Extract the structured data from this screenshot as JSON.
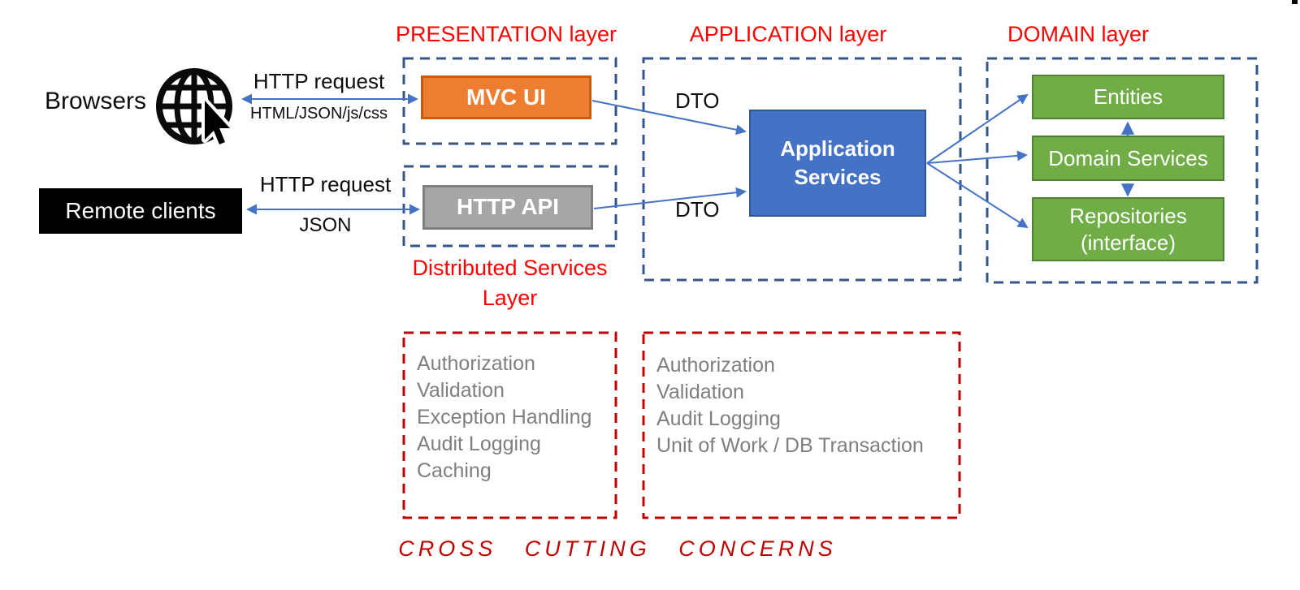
{
  "diagram": {
    "layers": {
      "presentation": {
        "title": "PRESENTATION layer"
      },
      "application": {
        "title": "APPLICATION layer"
      },
      "domain": {
        "title": "DOMAIN layer"
      },
      "distributed": {
        "title": "Distributed Services\nLayer"
      }
    },
    "nodes": {
      "browsers": {
        "label": "Browsers"
      },
      "remote_clients": {
        "label": "Remote clients"
      },
      "mvc_ui": {
        "label": "MVC UI"
      },
      "http_api": {
        "label": "HTTP API"
      },
      "application_services": {
        "label": "Application\nServices"
      },
      "entities": {
        "label": "Entities"
      },
      "domain_services": {
        "label": "Domain Services"
      },
      "repositories": {
        "label": "Repositories\n(interface)"
      }
    },
    "edge_labels": {
      "browsers_request": "HTTP request",
      "browsers_payload": "HTML/JSON/js/css",
      "remote_request": "HTTP request",
      "remote_payload": "JSON",
      "dto_top": "DTO",
      "dto_bottom": "DTO"
    },
    "cross_cutting": {
      "distributed_services_concerns": [
        "Authorization",
        "Validation",
        "Exception Handling",
        "Audit Logging",
        "Caching"
      ],
      "application_concerns": [
        "Authorization",
        "Validation",
        "Audit Logging",
        "Unit of Work / DB Transaction"
      ],
      "footer": "CROSS CUTTING CONCERNS"
    },
    "colors": {
      "layer_title": "#FF0000",
      "layer_dashed_border": "#34558B",
      "concern_dashed_border": "#C00000",
      "arrow": "#4472C4",
      "mvc_fill": "#ED7D31",
      "mvc_border": "#C55A11",
      "api_fill": "#A6A6A6",
      "api_border": "#7F7F7F",
      "app_fill": "#4472C4",
      "app_border": "#2F5597",
      "domain_fill": "#70AD47",
      "domain_border": "#507E32",
      "concern_text": "#7F7F7F",
      "footer_text": "#C00000"
    }
  }
}
